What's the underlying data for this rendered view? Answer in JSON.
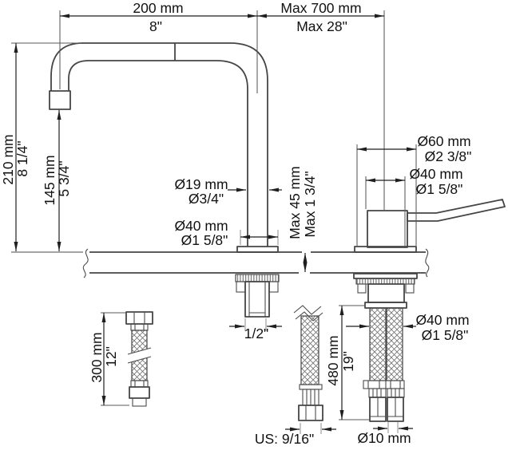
{
  "labels": {
    "reach": {
      "mm": "200 mm",
      "in": "8\""
    },
    "max_distance": {
      "mm": "Max 700 mm",
      "in": "Max 28\""
    },
    "height": {
      "mm": "210 mm",
      "in": "8 1/4\""
    },
    "outlet_height": {
      "mm": "145 mm",
      "in": "5 3/4\""
    },
    "spout_dia": {
      "mm": "Ø19 mm",
      "in": "Ø3/4\""
    },
    "spout_base_dia": {
      "mm": "Ø40 mm",
      "in": "Ø1 5/8\""
    },
    "deck_max": {
      "mm": "Max 45 mm",
      "in": "Max 1 3/4\""
    },
    "handle_flange_dia": {
      "mm": "Ø60 mm",
      "in": "Ø2 3/8\""
    },
    "handle_body_dia": {
      "mm": "Ø40 mm",
      "in": "Ø1 5/8\""
    },
    "hose_length": {
      "mm": "300 mm",
      "in": "12\""
    },
    "tailpiece_thread": "1/2\"",
    "us_size": "US: 9/16\"",
    "supply_length": {
      "mm": "480 mm",
      "in": "19\""
    },
    "handle_hole_dia": {
      "mm": "Ø40 mm",
      "in": "Ø1 5/8\""
    },
    "supply_tube_dia": "Ø10 mm"
  },
  "colors": {
    "background": "#ffffff",
    "geometry_line": "#454545",
    "dimension_line": "#1f1f1f",
    "extension_line_gray": "#a8a8a8",
    "text": "#111111"
  }
}
